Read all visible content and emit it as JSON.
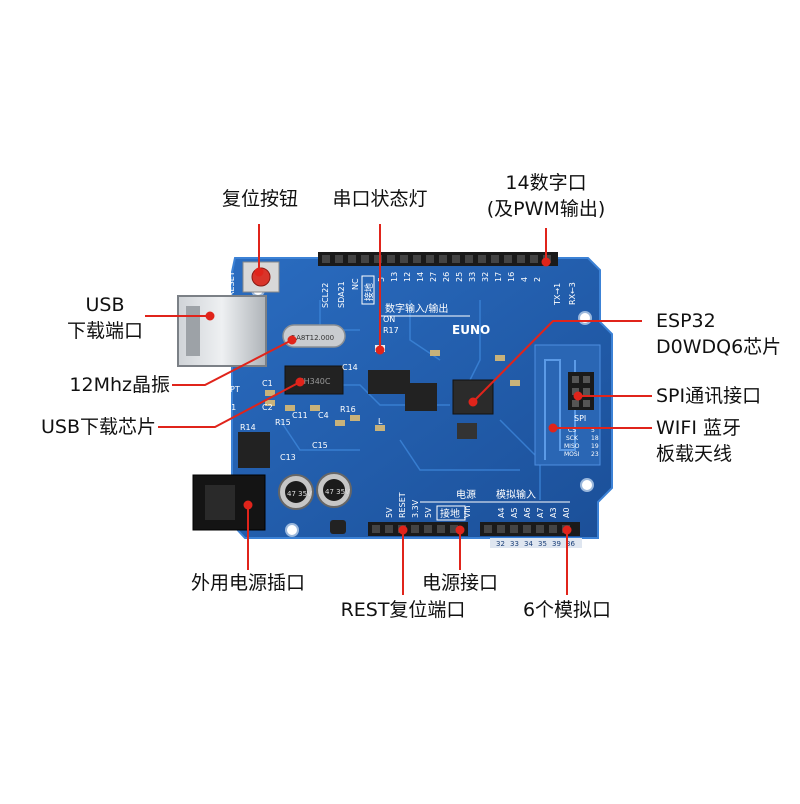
{
  "board": {
    "brand": "EUNO",
    "reset_silk": "RESET",
    "digital_io_silk": "数字输入/输出",
    "power_silk": "电源",
    "analog_in_silk": "模拟输入",
    "gnd_silk": "接地",
    "gnd_top_silk": "接地",
    "on_silk": "ON",
    "r17_silk": "R17",
    "spi_silk": "SPI",
    "crystal_marking": "F.A8T12.000",
    "usb_chip_marking": "CH340C",
    "cap1_marking": "47 35V",
    "cap2_marking": "47 35V",
    "top_header_labels": [
      "SCL22",
      "SDA21",
      "NC",
      "5",
      "13",
      "12",
      "14",
      "27",
      "26",
      "25",
      "33",
      "32",
      "17",
      "16",
      "4",
      "2",
      "TX→1",
      "RX←3"
    ],
    "power_header_labels": [
      "5V",
      "RESET",
      "3.3V",
      "5V",
      "Vin"
    ],
    "analog_header_labels": [
      "A4",
      "A5",
      "A6",
      "A7",
      "A3",
      "A0"
    ],
    "analog_gpio_labels": [
      "32",
      "33",
      "34",
      "35",
      "39",
      "36"
    ],
    "spi_header_labels": [
      "CS",
      "SCK",
      "MISO",
      "MOSI"
    ],
    "spi_pin_numbers": [
      "5",
      "18",
      "19",
      "23"
    ],
    "component_silk": [
      "PT",
      "C1",
      "C2",
      "C11",
      "C4",
      "C14",
      "R16",
      "R14",
      "R15",
      "C13",
      "C15",
      "D1",
      "L"
    ]
  },
  "callouts": {
    "reset_button": "复位按钮",
    "serial_led": "串口状态灯",
    "digital_port_l1": "14数字口",
    "digital_port_l2": "(及PWM输出)",
    "usb_port_l1": "USB",
    "usb_port_l2": "下载端口",
    "crystal": "12Mhz晶振",
    "usb_chip": "USB下载芯片",
    "esp32_l1": "ESP32",
    "esp32_l2": "D0WDQ6芯片",
    "spi": "SPI通讯接口",
    "wifi_l1": "WIFI 蓝牙",
    "wifi_l2": "板载天线",
    "ext_power": "外用电源插口",
    "power_port": "电源接口",
    "rest_port": "REST复位端口",
    "analog_port": "6个模拟口"
  },
  "colors": {
    "pcb": "#1f5fb0",
    "pcb_edge": "#2e74c9",
    "header": "#1a1a1a",
    "leader": "#e0241b",
    "text": "#111111"
  }
}
